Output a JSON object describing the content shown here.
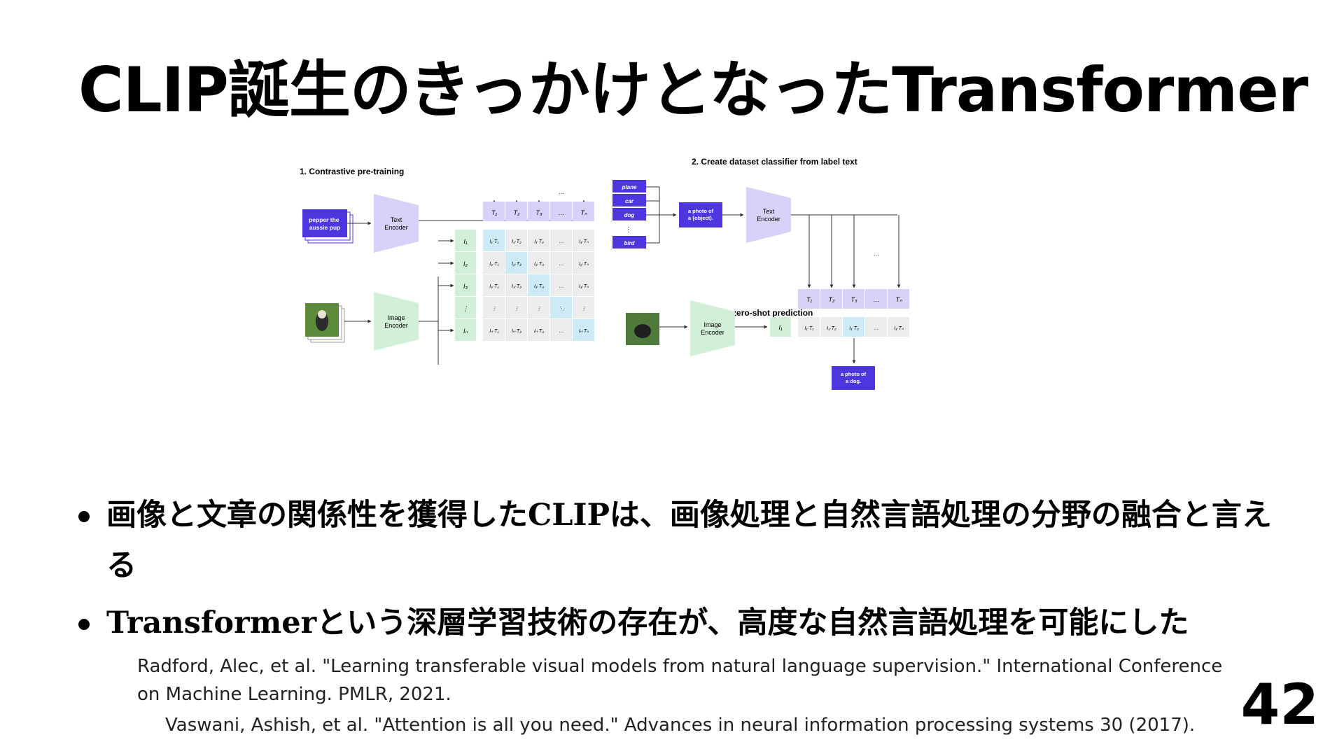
{
  "slide": {
    "title": "CLIP誕生のきっかけとなったTransformer",
    "page_number": "42"
  },
  "figure": {
    "section1_title": "1. Contrastive pre-training",
    "section2_title": "2. Create dataset classifier from label text",
    "section3_title": "3. Use for zero-shot prediction",
    "text_encoder": "Text\nEncoder",
    "image_encoder": "Image\nEncoder",
    "caption_input": "pepper the\naussie pup",
    "labels": [
      "plane",
      "car",
      "dog",
      "⋮",
      "bird"
    ],
    "template": "a photo of\na {object}.",
    "prediction": "a photo of\na dog.",
    "text_tokens": [
      "T₁",
      "T₂",
      "T₃",
      "…",
      "T_N"
    ],
    "image_tokens": [
      "I₁",
      "I₂",
      "I₃",
      "⋮",
      "I_N"
    ],
    "ellipsis": "…",
    "colors": {
      "purple": "#4d35e0",
      "encoder_text": "#d7d2f7",
      "encoder_image": "#d2efd8",
      "cell": "#ececec",
      "highlight": "#cfeaf7"
    }
  },
  "bullets": [
    "画像と文章の関係性を獲得したCLIPは、画像処理と自然言語処理の分野の融合と言える",
    "Transformerという深層学習技術の存在が、高度な自然言語処理を可能にした"
  ],
  "references": [
    "Radford, Alec, et al. \"Learning transferable visual models from natural language supervision.\" International Conference on Machine Learning. PMLR, 2021.",
    "Vaswani, Ashish, et al. \"Attention is all you need.\" Advances in neural information processing systems 30 (2017)."
  ]
}
